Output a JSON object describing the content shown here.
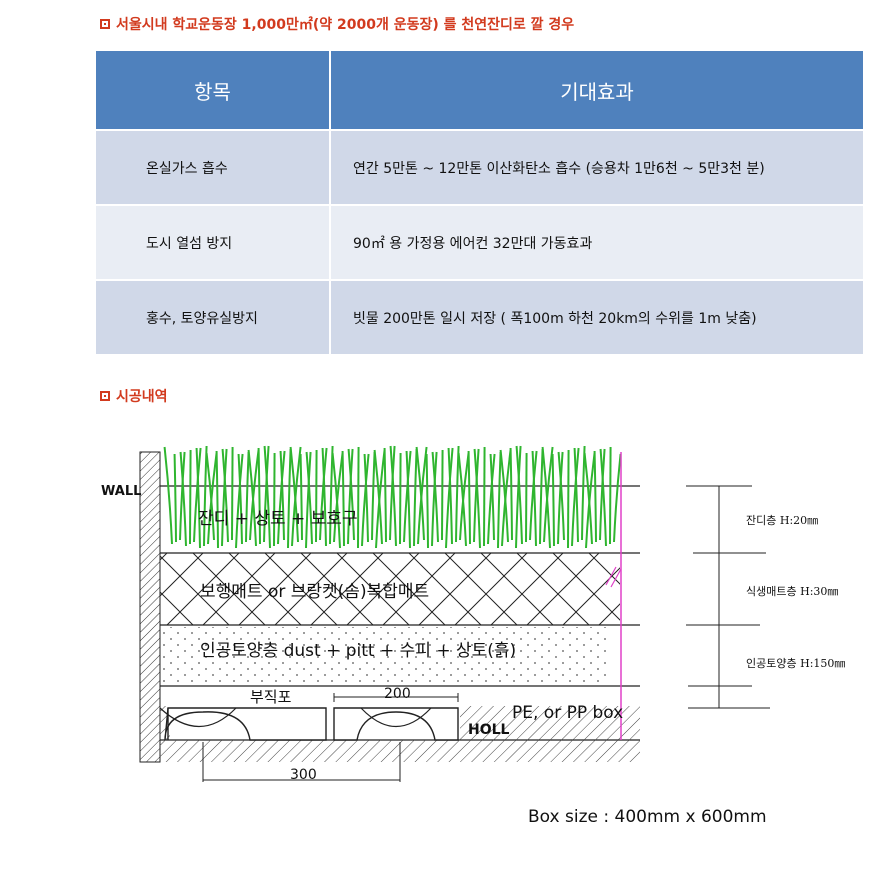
{
  "section1": {
    "title": "서울시내 학교운동장 1,000만㎡(약 2000개 운동장) 를 천연잔디로 깔 경우"
  },
  "table": {
    "headers": [
      "항목",
      "기대효과"
    ],
    "rows": [
      {
        "item": "온실가스 흡수",
        "effect": "연간 5만톤 ~ 12만톤 이산화탄소 흡수 (승용차 1만6천 ~ 5만3천 분)"
      },
      {
        "item": "도시 열섬 방지",
        "effect": "90㎡ 용 가정용 에어컨 32만대 가동효과"
      },
      {
        "item": "홍수, 토양유실방지",
        "effect": "빗물 200만톤 일시 저장 ( 폭100m 하천 20km의 수위를 1m 낮춤)"
      }
    ],
    "colors": {
      "header": "#4f81bd",
      "row_dark": "#d0d8e8",
      "row_light": "#e9edf4"
    }
  },
  "section2": {
    "title": "시공내역"
  },
  "diagram": {
    "wall_label": "WALL",
    "layer_turf": "잔디 + 상토 + 보호구",
    "layer_mat": "보행매트 or 브랑켓(솜)복합매트",
    "layer_soil": "인공토양층 dust + pitt + 수피 + 상토(흙)",
    "fabric_label": "부직포",
    "dim_200": "200",
    "dim_300": "300",
    "holl_label": "HOLL",
    "box_label": "PE,  or  PP  box",
    "box_size": "Box size : 400mm x 600mm",
    "height_turf": "잔디층 H:20㎜",
    "height_mat": "식생매트층 H:30㎜",
    "height_soil": "인공토양층 H:150㎜",
    "colors": {
      "grass": "#2fb52f",
      "pink_line": "#e040c8"
    }
  }
}
